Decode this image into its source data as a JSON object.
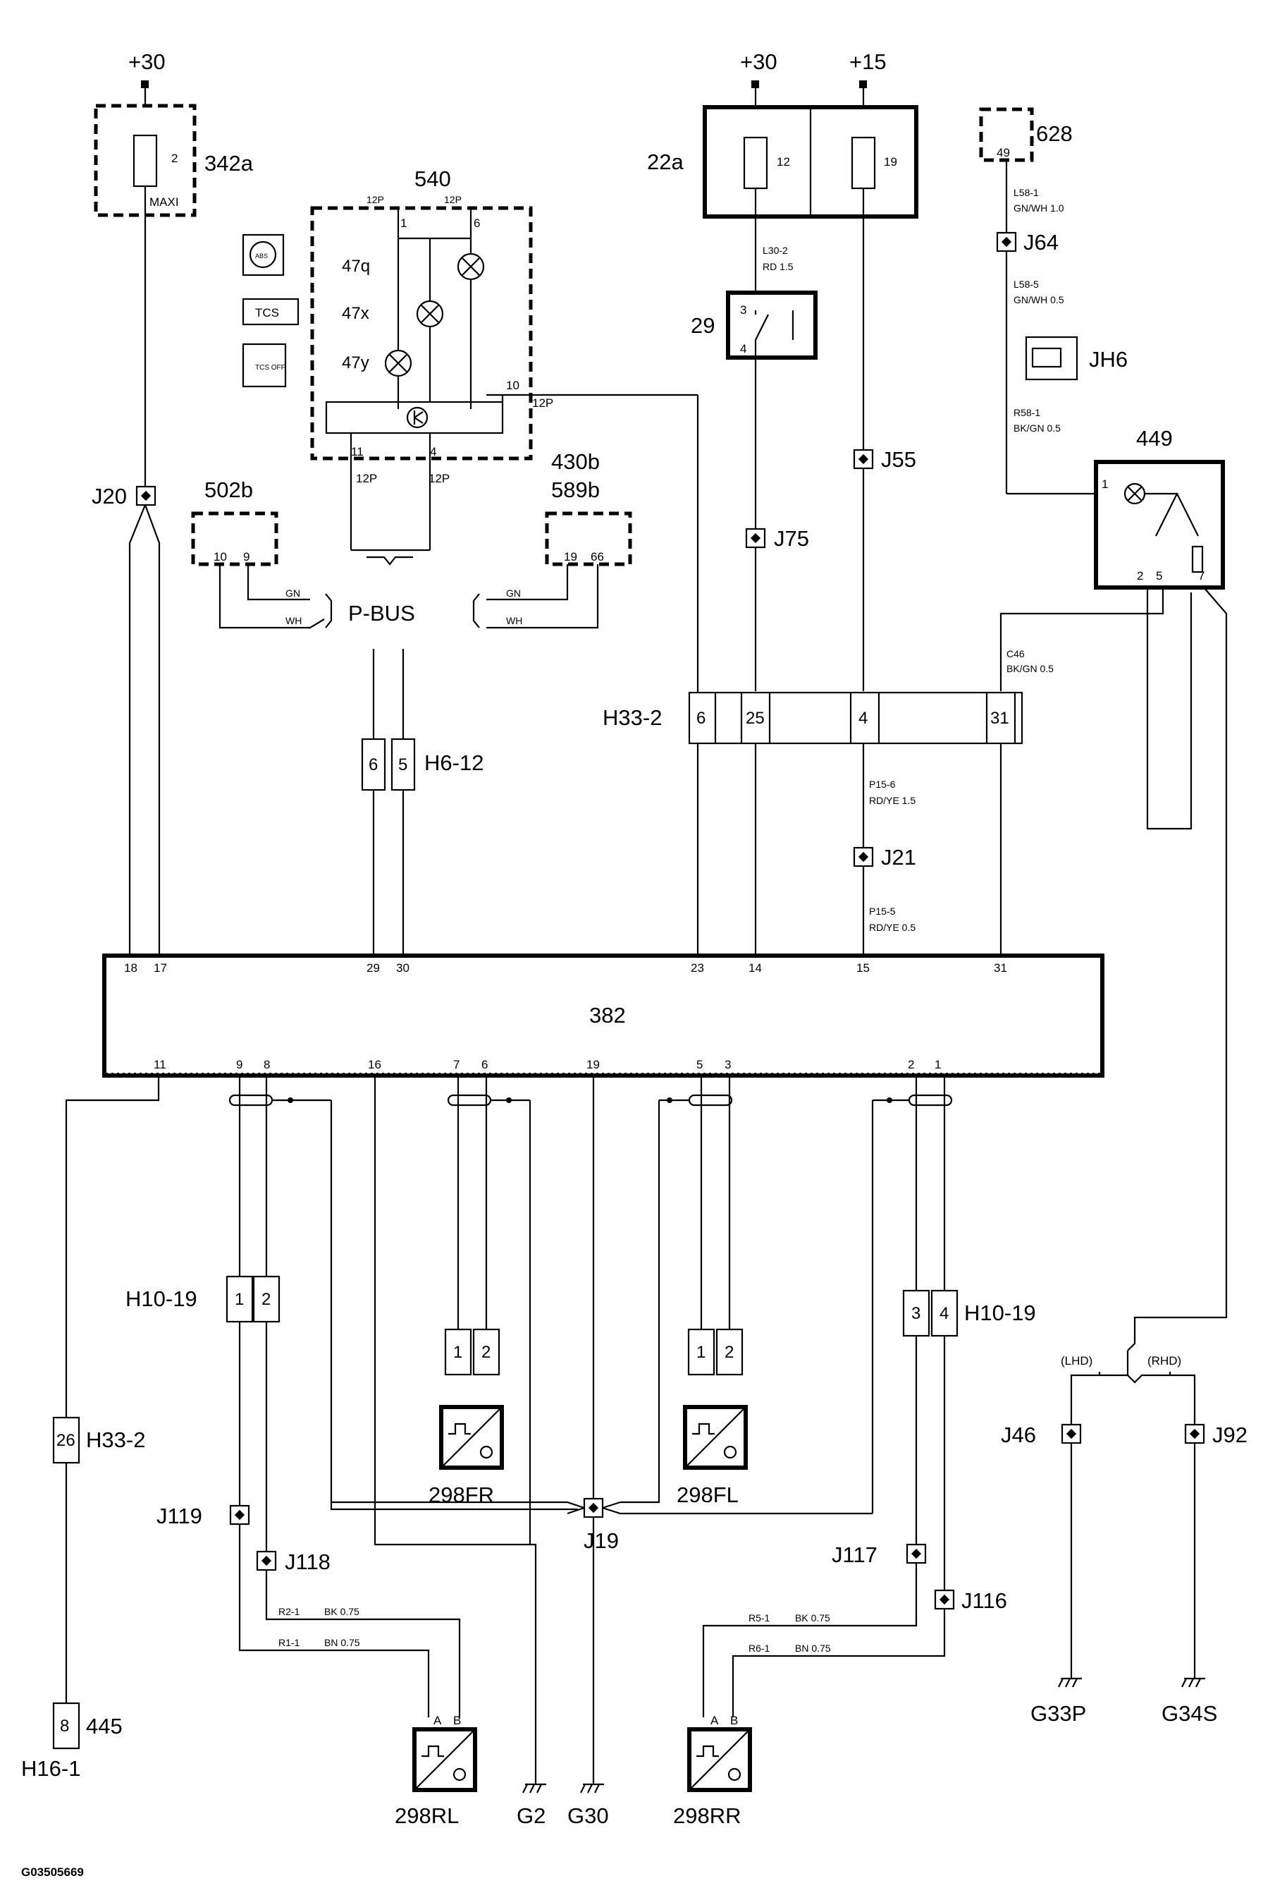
{
  "supply": {
    "plus30_left": "+30",
    "plus30_right": "+30",
    "plus15": "+15"
  },
  "fuse_boxes": {
    "b342a": {
      "id": "342a",
      "fuse": "2",
      "type": "MAXI"
    },
    "b22a": {
      "id": "22a",
      "fuse_a": "12",
      "fuse_b": "19"
    },
    "b628": {
      "id": "628",
      "pin": "49"
    }
  },
  "cluster": {
    "id": "540",
    "conn_top_left": "12P",
    "conn_top_right": "12P",
    "pin1": "1",
    "pin6": "6",
    "pin10": "10",
    "pin11": "11",
    "pin4": "4",
    "conn_right": "12P",
    "conn_bottom_left": "12P",
    "conn_bottom_right": "12P",
    "lamps": [
      "47q",
      "47x",
      "47y"
    ],
    "icons": [
      "ABS",
      "TCS",
      "TCS OFF"
    ]
  },
  "wires": {
    "l30_2": "L30-2",
    "l30_2_spec": "RD    1.5",
    "l58_1": "L58-1",
    "l58_1_spec": "GN/WH    1.0",
    "l58_5": "L58-5",
    "l58_5_spec": "GN/WH    0.5",
    "r58_1": "R58-1",
    "r58_1_spec": "BK/GN    0.5",
    "c46": "C46",
    "c46_spec": "BK/GN    0.5",
    "p15_6": "P15-6",
    "p15_6_spec": "RD/YE    1.5",
    "p15_5": "P15-5",
    "p15_5_spec": "RD/YE    0.5",
    "r2_1": "R2-1",
    "r2_1_spec": "BK      0.75",
    "r1_1": "R1-1",
    "r1_1_spec": "BN      0.75",
    "r5_1": "R5-1",
    "r5_1_spec": "BK      0.75",
    "r6_1": "R6-1",
    "r6_1_spec": "BN      0.75"
  },
  "switch29": {
    "id": "29",
    "pin3": "3",
    "pin4": "4"
  },
  "relay_jh6": {
    "id": "JH6"
  },
  "switch449": {
    "id": "449",
    "pin1": "1",
    "pin2": "2",
    "pin5": "5",
    "pin7": "7"
  },
  "pbus": {
    "label": "P-BUS",
    "gn": "GN",
    "wh": "WH",
    "gn2": "GN",
    "wh2": "WH"
  },
  "modules": {
    "m502b": {
      "id": "502b",
      "pin10": "10",
      "pin9": "9"
    },
    "m430b": {
      "id": "430b"
    },
    "m589b": {
      "id": "589b",
      "pin19": "19",
      "pin66": "66"
    }
  },
  "connectors": {
    "h33_2_top": {
      "id": "H33-2",
      "pins": [
        "6",
        "25",
        "4",
        "31"
      ]
    },
    "h6_12": {
      "id": "H6-12",
      "pins": [
        "6",
        "5"
      ]
    },
    "h10_19_left": {
      "id": "H10-19",
      "pins": [
        "1",
        "2"
      ]
    },
    "h10_19_right": {
      "id": "H10-19",
      "pins": [
        "3",
        "4"
      ]
    },
    "h33_2_bottom": {
      "id": "H33-2",
      "pin": "26"
    },
    "c445": {
      "id": "445",
      "pin": "8",
      "sub": "H16-1"
    },
    "fr_conn": {
      "pins": [
        "1",
        "2"
      ]
    },
    "fl_conn": {
      "pins": [
        "1",
        "2"
      ]
    }
  },
  "splices": {
    "j20": "J20",
    "j64": "J64",
    "j55": "J55",
    "j75": "J75",
    "j21": "J21",
    "j19": "J19",
    "j119": "J119",
    "j118": "J118",
    "j117": "J117",
    "j116": "J116",
    "j46": "J46",
    "j92": "J92"
  },
  "ecu": {
    "id": "382",
    "top_pins": [
      "18",
      "17",
      "29",
      "30",
      "23",
      "14",
      "15",
      "31"
    ],
    "bottom_pins": [
      "11",
      "9",
      "8",
      "16",
      "7",
      "6",
      "19",
      "5",
      "3",
      "2",
      "1"
    ]
  },
  "sensors": {
    "fr": "298FR",
    "fl": "298FL",
    "rl": "298RL",
    "rr": "298RR",
    "pin_a": "A",
    "pin_b": "B"
  },
  "drive_side": {
    "lhd": "(LHD)",
    "rhd": "(RHD)"
  },
  "grounds": {
    "g2": "G2",
    "g30": "G30",
    "g33p": "G33P",
    "g34s": "G34S"
  },
  "figure_id": "G03505669"
}
